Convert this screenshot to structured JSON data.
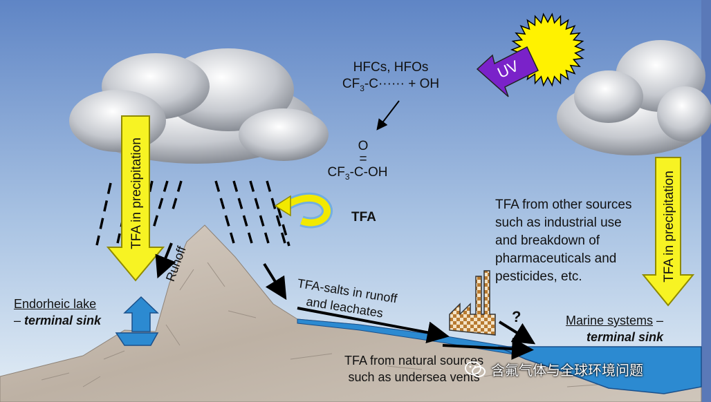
{
  "diagram": {
    "precip_left_label": "TFA in precipitation",
    "precip_right_label": "TFA in precipitation",
    "uv_label": "UV",
    "hfc_line1": "HFCs, HFOs",
    "hfc_line2": {
      "pre": "CF",
      "sub": "3",
      "post": "-C······ + OH"
    },
    "tfa_o": "O",
    "tfa_dbl": "=",
    "tfa_formula": {
      "pre": "CF",
      "sub": "3",
      "post": "-C-OH"
    },
    "tfa_label": "TFA",
    "runoff_label": "Runoff",
    "tfa_other_sources": [
      "TFA from other sources",
      "such as industrial use",
      "and breakdown of",
      "pharmaceuticals and",
      "pesticides, etc."
    ],
    "tfa_salts": [
      "TFA-salts in runoff",
      "and leachates"
    ],
    "question_mark": "?",
    "endorheic_line1": "Endorheic lake",
    "endorheic_line2_prefix": "– ",
    "endorheic_line2_em": "terminal sink",
    "marine_line1": "Marine systems",
    "marine_line1_suffix": " –",
    "marine_line2_em": "terminal sink",
    "natural_sources": [
      "TFA from natural sources",
      "such as undersea vents"
    ],
    "watermark": "含氟气体与全球环境问题"
  },
  "colors": {
    "sky_top": "#5f85c5",
    "sky_bottom": "#e4eef6",
    "arrow_yellow": "#f7f323",
    "uv_purple": "#7a22c9",
    "sun_yellow": "#fff200",
    "water_blue": "#2c8ad1",
    "terrain": "#c4b8aa",
    "factory_brown": "#b87a30"
  }
}
